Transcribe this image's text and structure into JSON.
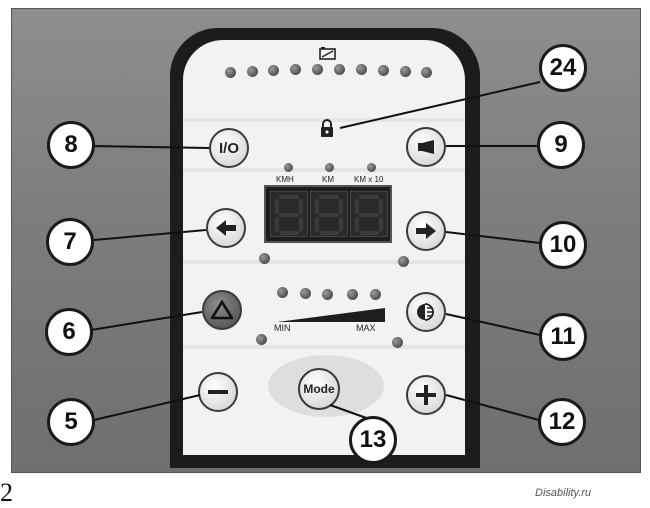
{
  "panel": {
    "buttons": {
      "power": "I/O",
      "mode": "Mode"
    },
    "display_labels": [
      "KMH",
      "KM",
      "KM x 10"
    ],
    "speed_scale": {
      "min": "MIN",
      "max": "MAX"
    }
  },
  "icons": {
    "top": "battery-icon",
    "lock": "lock-icon",
    "horn": "horn-icon",
    "left": "arrow-left-icon",
    "right": "arrow-right-icon",
    "hazard": "triangle-icon",
    "lights": "headlight-icon",
    "minus": "minus-icon",
    "plus": "plus-icon"
  },
  "callouts": {
    "c24": "24",
    "c8": "8",
    "c9": "9",
    "c7": "7",
    "c10": "10",
    "c6": "6",
    "c11": "11",
    "c5": "5",
    "c13": "13",
    "c12": "12"
  },
  "figure_number": "2",
  "watermark": "Disability.ru",
  "colors": {
    "faceplate": "#f2f2f2",
    "handset": "#1c1c1c"
  }
}
